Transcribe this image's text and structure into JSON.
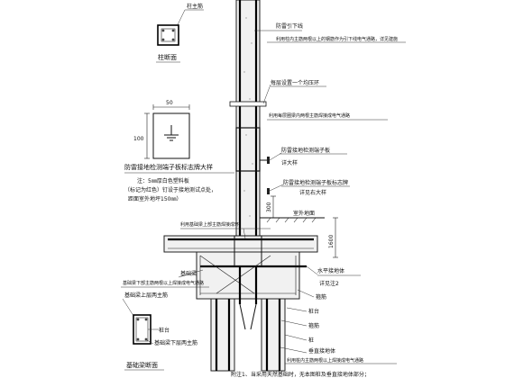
{
  "column_section": {
    "label_main_bar": "柱主筋",
    "title": "柱断面"
  },
  "marker_detail": {
    "dim_width": "50",
    "dim_height": "100",
    "title": "防雷接地检测端子板标志牌大样",
    "note_lines": [
      "注：5㎜厚白色塑料板",
      "（标记为红色）钉设于接地测试点处，",
      "距面室外地坪150㎜）"
    ]
  },
  "callouts": {
    "lightning_down_conductor": "防雷引下线",
    "down_conductor_note": "利用柱内主筋两根以上的钢筋作为引下线电气通路，详见建施",
    "equipotential_ring": "每层设置一个均压环",
    "ring_note": "利用每层圈梁内两根主筋焊接成电气通路",
    "test_terminal": "防雷接地检测端子板",
    "test_terminal_detail": "详大样",
    "sign_board": "防雷接地检测端子板标志牌",
    "sign_board_detail": "详见右大样",
    "dim_300": "300",
    "outdoor_grade": "室外地面",
    "grade_beam_note": "利用基础梁上部主筋焊接成环",
    "dim_1600": "1600",
    "horizontal_earth": "水平接地体",
    "horizontal_earth_detail": "详见注2",
    "tie_beam_note": "基础梁下部主筋两根以上焊接成电气通路",
    "foundation_beam": "基础梁",
    "upper_bars": "基础梁上层两主筋",
    "tie_bar": "箍筋",
    "pile_cap": "桩台",
    "cap_bars": "箍筋",
    "pile": "桩",
    "vertical_earth": "垂直接地体",
    "vertical_earth_note": "利用桩内主筋两根以上焊接成电气通路"
  },
  "beam_section": {
    "label_pile_cap": "桩台",
    "label_lower_bars": "基础梁下层两主筋",
    "title": "基础梁断面"
  },
  "footnote": "附注1、当采用天然基础时，无本图桩及垂直接地体部分；"
}
